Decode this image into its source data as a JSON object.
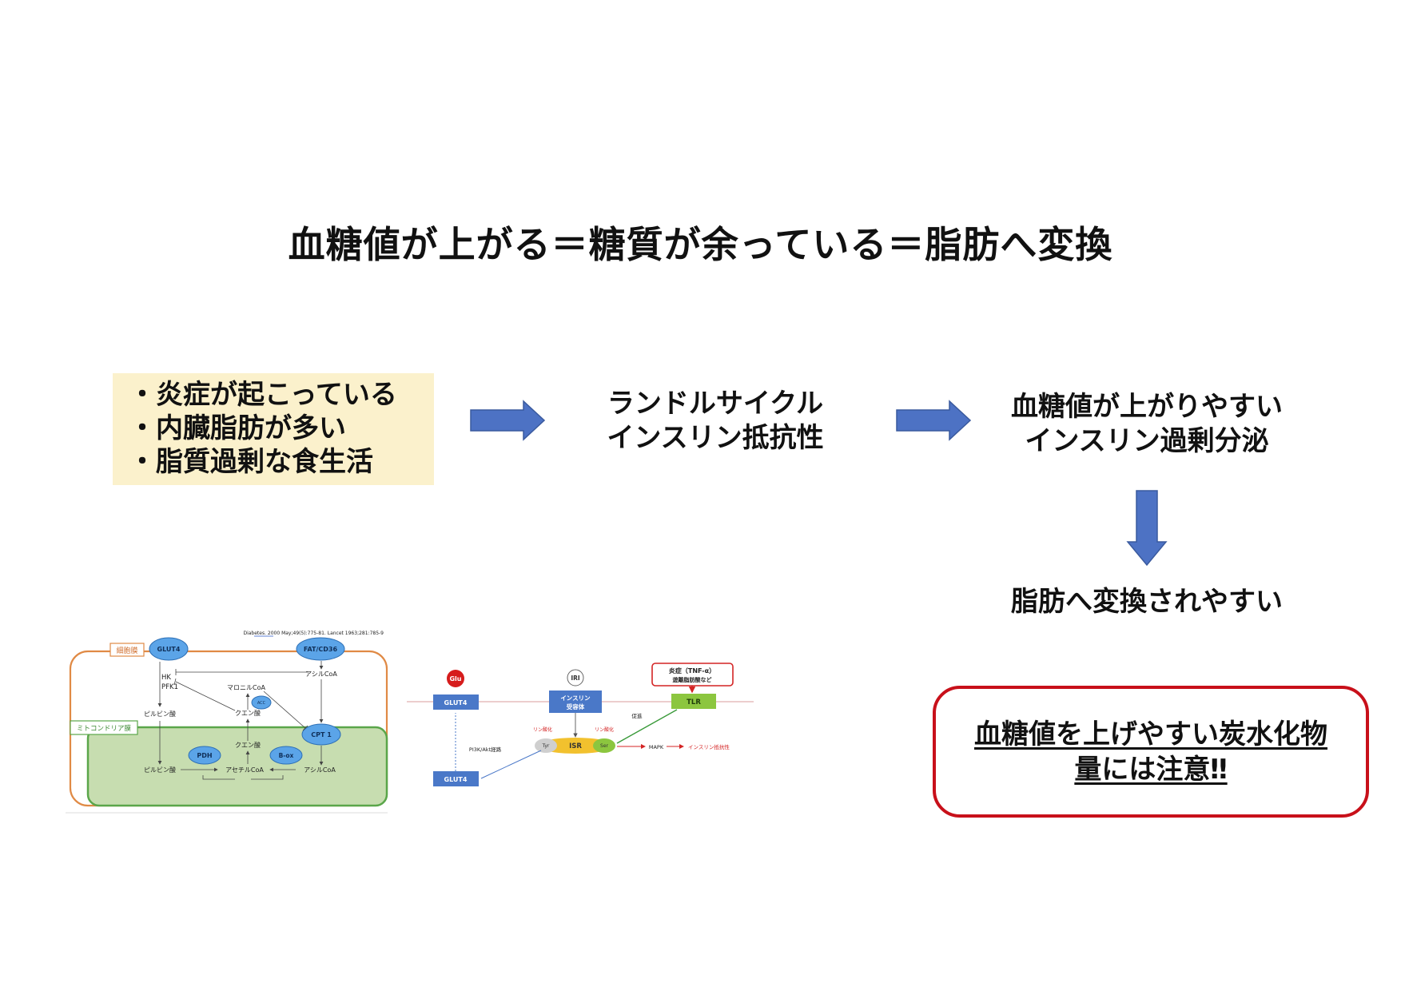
{
  "title": "血糖値が上がる＝糖質が余っている＝脂肪へ変換",
  "causes": [
    "・炎症が起こっている",
    "・内臓脂肪が多い",
    "・脂質過剰な食生活"
  ],
  "step1": [
    "ランドルサイクル",
    "インスリン抵抗性"
  ],
  "step2": [
    "血糖値が上がりやすい",
    "インスリン過剰分泌"
  ],
  "step3": "脂肪へ変換されやすい",
  "warning": [
    "血糖値を上げやすい炭水化物",
    "量には注意‼"
  ],
  "colors": {
    "arrow": "#4d72c4",
    "highlight": "#fbf1cc",
    "warning_border": "#c8101a",
    "cell_green": "#c7ddb0",
    "protein_blue": "#5ba4e8"
  },
  "fig1": {
    "citation": "Diabetes. 2000 May;49(5):775-81.  Lancet 1963;281:785-9",
    "citation_link": "Diabetes.",
    "cell_membrane": "細胞膜",
    "mito_membrane": "ミトコンドリア膜",
    "glut4": "GLUT4",
    "fat_cd36": "FAT/CD36",
    "hk": "HK",
    "pfk1": "PFK1",
    "malonyl": "マロニルCoA",
    "acc": "ACC",
    "acyl_out": "アシルCoA",
    "pyruvate_out": "ピルビン酸",
    "citrate_out": "クエン酸",
    "cpt1": "CPT 1",
    "citrate_in": "クエン酸",
    "pdh": "PDH",
    "box": "Β-ox",
    "pyruvate_in": "ピルビン酸",
    "acetyl": "アセチルCoA",
    "acyl_in": "アシルCoA"
  },
  "fig2": {
    "glu": "Glu",
    "iri": "IRI",
    "inflammation": "炎症（TNF-α）",
    "ffa": "遊離脂肪酸など",
    "glut4_top": "GLUT4",
    "receptor1": "インスリン",
    "receptor2": "受容体",
    "tlr": "TLR",
    "promote": "促進",
    "phos_left": "リン酸化",
    "phos_right": "リン酸化",
    "pi3k": "PI3K/Akt経路",
    "tyr": "Tyr",
    "isr": "ISR",
    "ser": "Ser",
    "mapk": "MAPK",
    "resist": "インスリン抵抗性",
    "glut4_bottom": "GLUT4"
  }
}
